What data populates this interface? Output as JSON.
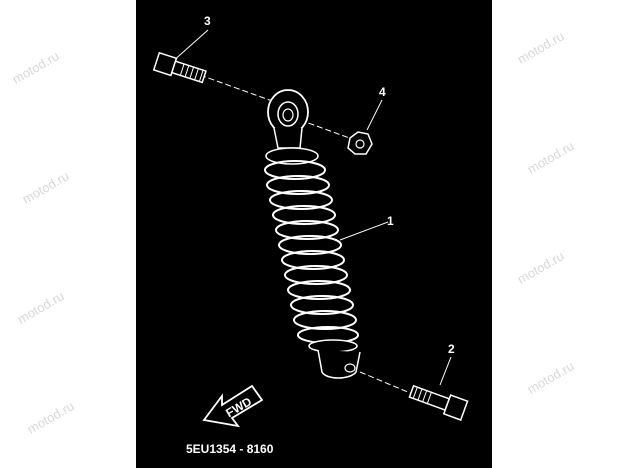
{
  "watermark": "motod.ru",
  "callouts": {
    "c1": "1",
    "c2": "2",
    "c3": "3",
    "c4": "4"
  },
  "fwd_label": "FWD",
  "part_code": "5EU1354 - 8160",
  "colors": {
    "background": "#000000",
    "line": "#ffffff",
    "page": "#ffffff",
    "watermark": "#d8d8d8"
  }
}
